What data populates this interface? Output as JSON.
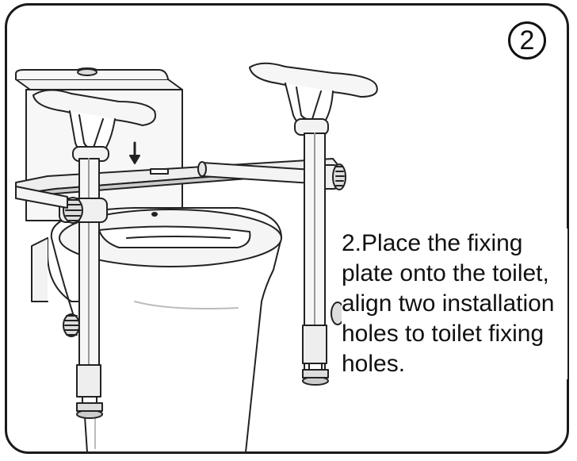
{
  "step": {
    "number": "2"
  },
  "instruction": {
    "lines": [
      "2.Place the fixing",
      "plate onto the toilet,",
      "align two installation",
      "holes to toilet fixing",
      "holes."
    ]
  }
}
